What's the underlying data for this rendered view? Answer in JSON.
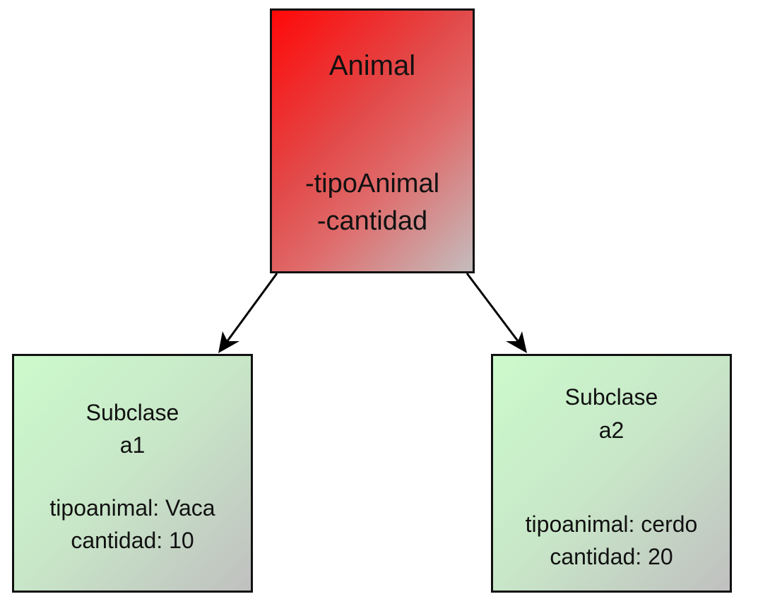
{
  "parent": {
    "name": "Animal",
    "attributes": [
      "-tipoAnimal",
      "-cantidad"
    ]
  },
  "children": [
    {
      "title": "Subclase",
      "id": "a1",
      "fields": [
        "tipoanimal: Vaca",
        "cantidad: 10"
      ]
    },
    {
      "title": "Subclase",
      "id": "a2",
      "fields": [
        "tipoanimal: cerdo",
        "cantidad: 20"
      ]
    }
  ],
  "colors": {
    "parent_gradient": [
      "#ff0808",
      "#c4bcbc"
    ],
    "child_gradient": [
      "#ccfacc",
      "#c0c0c0"
    ],
    "border": "#111111",
    "arrow": "#000000"
  }
}
